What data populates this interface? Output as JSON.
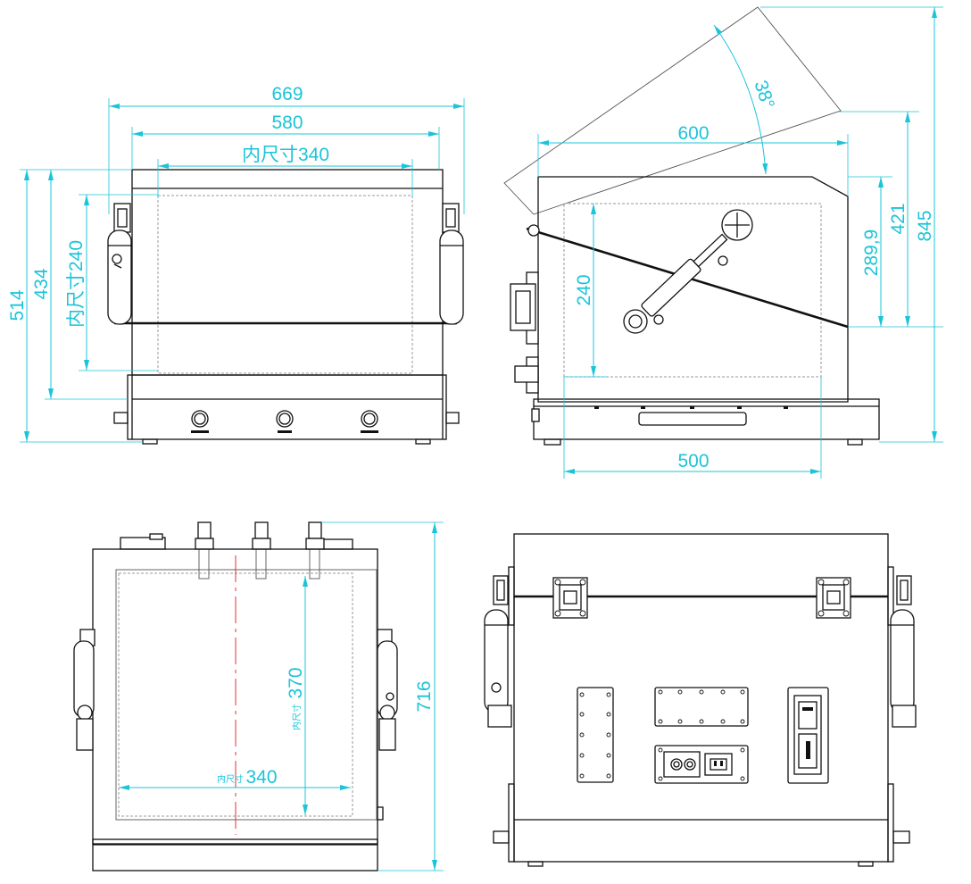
{
  "colors": {
    "dimension": "#1bc4d8",
    "outline": "#111111",
    "centerline": "#e03030",
    "hidden_line": "#9a9a9a"
  },
  "front_view": {
    "overall_width": "669",
    "body_width": "580",
    "inner_width": "内尺寸340",
    "overall_height": "514",
    "body_height": "434",
    "inner_height": "内尺寸240"
  },
  "side_view": {
    "overall_depth": "600",
    "lid_angle": "38°",
    "inner_height": "240",
    "height_to_strut": "289,9",
    "height_421": "421",
    "open_height": "845",
    "inner_depth": "500"
  },
  "top_view": {
    "inner_depth_prefix": "内尺寸",
    "inner_depth_value": "370",
    "inner_width_prefix": "内尺寸",
    "inner_width_value": "340",
    "overall_depth": "716"
  }
}
